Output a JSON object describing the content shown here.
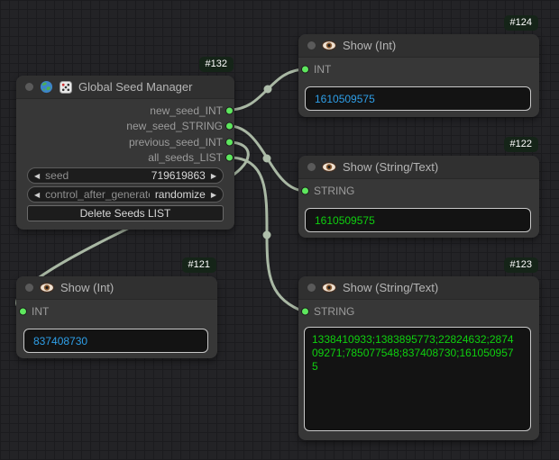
{
  "colors": {
    "wire": "#a9b8a4",
    "slot": "#5ee75e",
    "int_value": "#2e9fe8",
    "string_value": "#0fd00f",
    "badge_bg": "#152418",
    "badge_text": "#ffffff"
  },
  "icons": {
    "widget_arrow_left": "◀",
    "widget_arrow_right": "▶"
  },
  "nodes": {
    "gsm": {
      "badge": "#132",
      "title": "Global Seed Manager",
      "outputs": [
        "new_seed_INT",
        "new_seed_STRING",
        "previous_seed_INT",
        "all_seeds_LIST"
      ],
      "widgets": {
        "seed": {
          "label": "seed",
          "value": "719619863"
        },
        "control_after_generate": {
          "label": "control_after_generate",
          "value": "randomize"
        },
        "delete_button": {
          "label": "Delete Seeds LIST"
        }
      }
    },
    "show_int_top": {
      "badge": "#124",
      "title": "Show (Int)",
      "input": "INT",
      "value": "1610509575"
    },
    "show_string_mid": {
      "badge": "#122",
      "title": "Show (String/Text)",
      "input": "STRING",
      "value": "1610509575"
    },
    "show_int_bottom": {
      "badge": "#121",
      "title": "Show (Int)",
      "input": "INT",
      "value": "837408730"
    },
    "show_string_bottom": {
      "badge": "#123",
      "title": "Show (String/Text)",
      "input": "STRING",
      "value": "1338410933;1383895773;22824632;287409271;785077548;837408730;1610509575"
    }
  },
  "links": [
    {
      "from_node": "#132",
      "from_output": "new_seed_INT",
      "to_node": "#124",
      "to_input": "INT"
    },
    {
      "from_node": "#132",
      "from_output": "new_seed_STRING",
      "to_node": "#122",
      "to_input": "STRING"
    },
    {
      "from_node": "#132",
      "from_output": "previous_seed_INT",
      "to_node": "#121",
      "to_input": "INT"
    },
    {
      "from_node": "#132",
      "from_output": "all_seeds_LIST",
      "to_node": "#123",
      "to_input": "STRING"
    }
  ]
}
